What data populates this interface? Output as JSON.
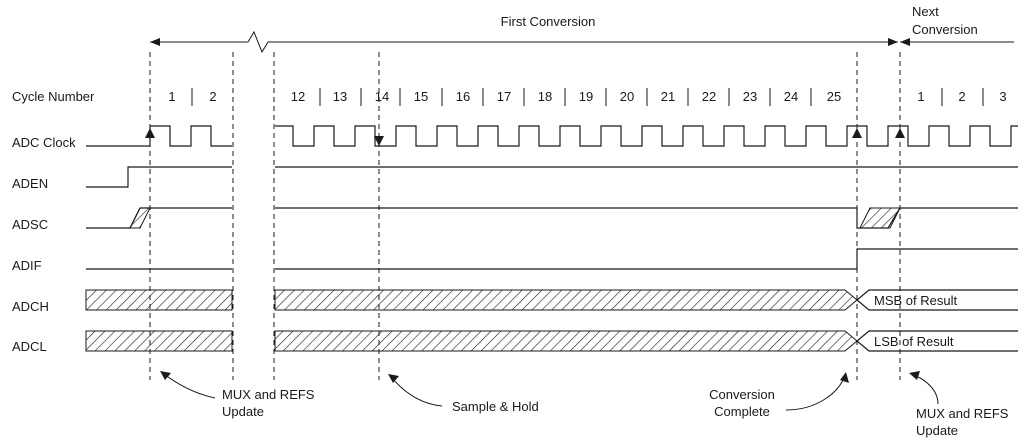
{
  "header": {
    "first_conversion": "First Conversion",
    "next_conversion_line1": "Next",
    "next_conversion_line2": "Conversion"
  },
  "signals": {
    "cycle_number": "Cycle Number",
    "adc_clock": "ADC Clock",
    "aden": "ADEN",
    "adsc": "ADSC",
    "adif": "ADIF",
    "adch": "ADCH",
    "adcl": "ADCL"
  },
  "cycles": {
    "first_left": [
      "1",
      "2"
    ],
    "first_right": [
      "12",
      "13",
      "14",
      "15",
      "16",
      "17",
      "18",
      "19",
      "20",
      "21",
      "22",
      "23",
      "24",
      "25"
    ],
    "next": [
      "1",
      "2",
      "3"
    ]
  },
  "results": {
    "msb": "MSB of Result",
    "lsb": "LSB of Result"
  },
  "annotations": {
    "mux_update_1_line1": "MUX and REFS",
    "mux_update_1_line2": "Update",
    "sample_hold": "Sample & Hold",
    "conversion_complete_line1": "Conversion",
    "conversion_complete_line2": "Complete",
    "mux_update_2_line1": "MUX and REFS",
    "mux_update_2_line2": "Update"
  }
}
